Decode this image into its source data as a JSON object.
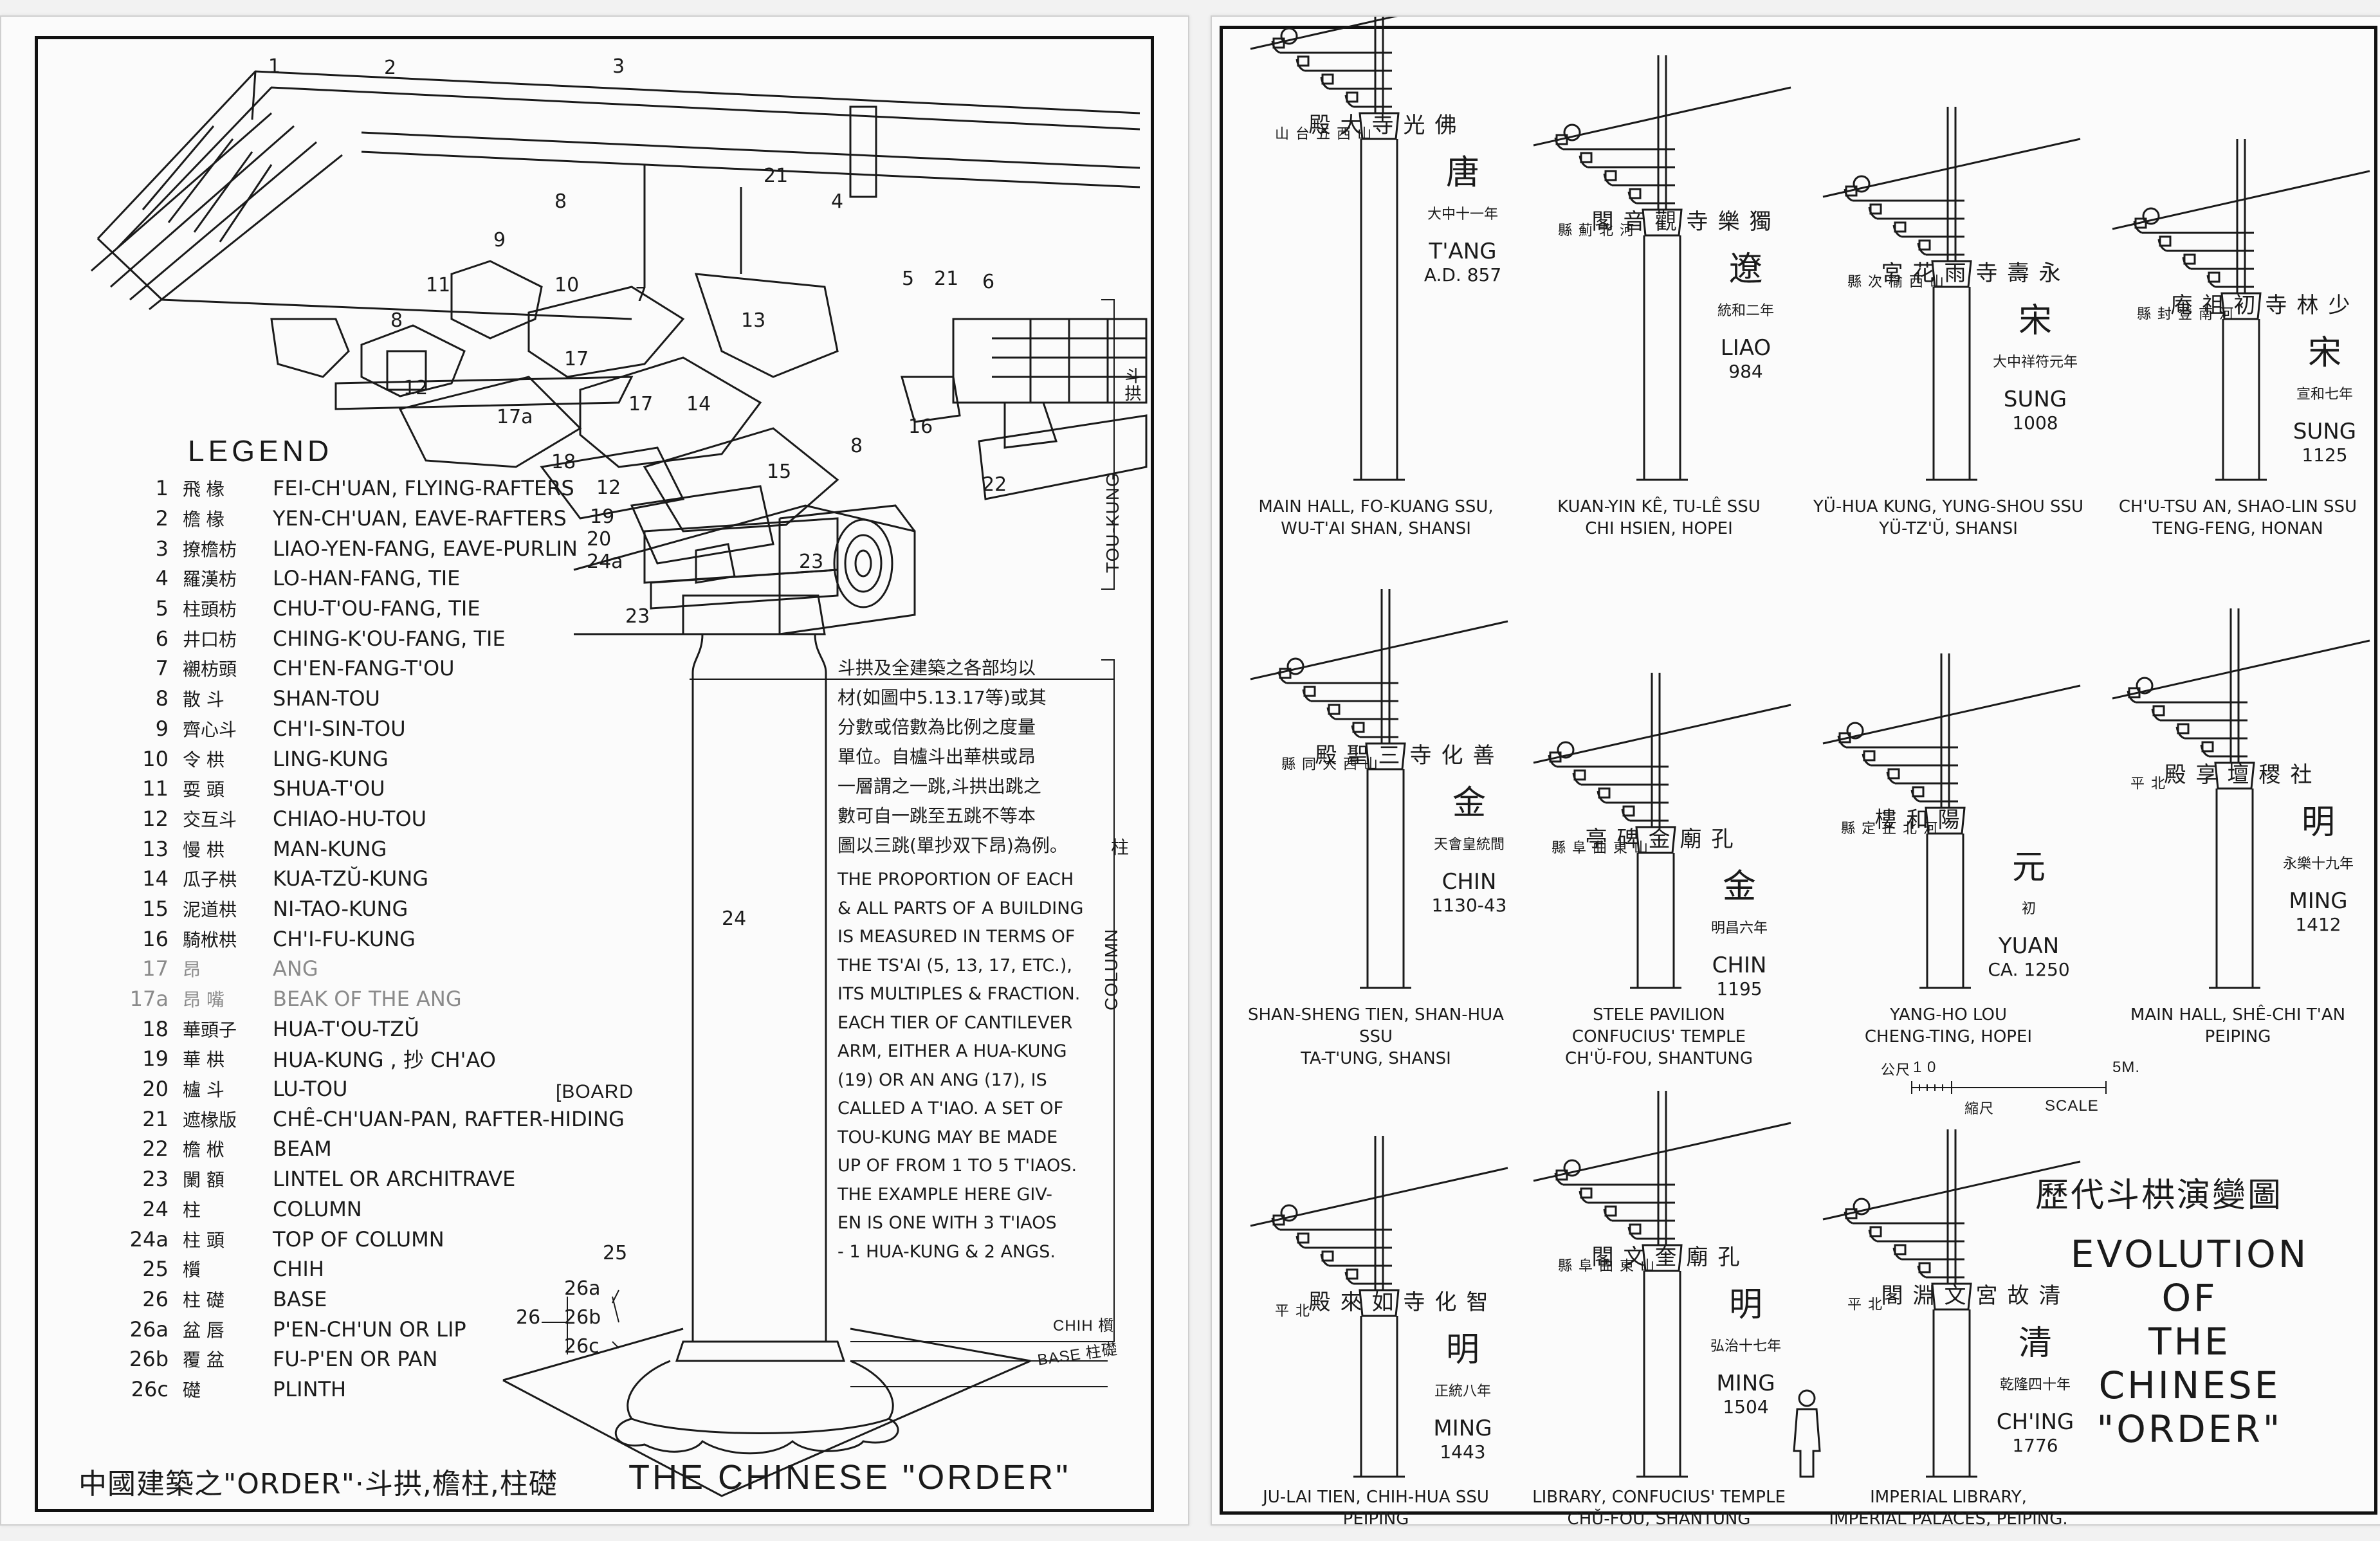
{
  "left_sheet": {
    "legend_title": "LEGEND",
    "legend": [
      {
        "no": "1",
        "zh": "飛 椽",
        "en": "FEI-CH'UAN, FLYING-RAFTERS"
      },
      {
        "no": "2",
        "zh": "檐 椽",
        "en": "YEN-CH'UAN, EAVE-RAFTERS"
      },
      {
        "no": "3",
        "zh": "撩檐枋",
        "en": "LIAO-YEN-FANG, EAVE-PURLIN"
      },
      {
        "no": "4",
        "zh": "羅漢枋",
        "en": "LO-HAN-FANG, TIE"
      },
      {
        "no": "5",
        "zh": "柱頭枋",
        "en": "CHU-T'OU-FANG, TIE"
      },
      {
        "no": "6",
        "zh": "井口枋",
        "en": "CHING-K'OU-FANG, TIE"
      },
      {
        "no": "7",
        "zh": "襯枋頭",
        "en": "CH'EN-FANG-T'OU"
      },
      {
        "no": "8",
        "zh": "散 斗",
        "en": "SHAN-TOU"
      },
      {
        "no": "9",
        "zh": "齊心斗",
        "en": "CH'I-SIN-TOU"
      },
      {
        "no": "10",
        "zh": "令 栱",
        "en": "LING-KUNG"
      },
      {
        "no": "11",
        "zh": "耍 頭",
        "en": "SHUA-T'OU"
      },
      {
        "no": "12",
        "zh": "交互斗",
        "en": "CHIAO-HU-TOU"
      },
      {
        "no": "13",
        "zh": "慢 栱",
        "en": "MAN-KUNG"
      },
      {
        "no": "14",
        "zh": "瓜子栱",
        "en": "KUA-TZŬ-KUNG"
      },
      {
        "no": "15",
        "zh": "泥道栱",
        "en": "NI-TAO-KUNG"
      },
      {
        "no": "16",
        "zh": "騎栿栱",
        "en": "CH'I-FU-KUNG"
      },
      {
        "no": "17",
        "zh": "昂",
        "en": "ANG"
      },
      {
        "no": "17a",
        "zh": "昂 嘴",
        "en": "BEAK OF THE ANG"
      },
      {
        "no": "18",
        "zh": "華頭子",
        "en": "HUA-T'OU-TZŬ"
      },
      {
        "no": "19",
        "zh": "華 栱",
        "en": "HUA-KUNG , 抄 CH'AO"
      },
      {
        "no": "20",
        "zh": "櫨 斗",
        "en": "LU-TOU"
      },
      {
        "no": "21",
        "zh": "遮椽版",
        "en": "CHÊ-CH'UAN-PAN, RAFTER-HIDING"
      },
      {
        "no": "22",
        "zh": "檐 栿",
        "en": "BEAM"
      },
      {
        "no": "23",
        "zh": "闌 額",
        "en": "LINTEL OR ARCHITRAVE"
      },
      {
        "no": "24",
        "zh": "柱",
        "en": "COLUMN"
      },
      {
        "no": "24a",
        "zh": "柱 頭",
        "en": "TOP OF COLUMN"
      },
      {
        "no": "25",
        "zh": "櫍",
        "en": "CHIH"
      },
      {
        "no": "26",
        "zh": "柱 礎",
        "en": "BASE"
      },
      {
        "no": "26a",
        "zh": "盆 唇",
        "en": "P'EN-CH'UN OR LIP"
      },
      {
        "no": "26b",
        "zh": "覆 盆",
        "en": "FU-P'EN OR PAN"
      },
      {
        "no": "26c",
        "zh": "礎",
        "en": "PLINTH"
      }
    ],
    "legend_board": "[BOARD",
    "note_zh": [
      "斗拱及全建築之各部均以",
      "材(如圖中5.13.17等)或其",
      "分數或倍數為比例之度量",
      "單位。自櫨斗出華栱或昂",
      "一層謂之一跳,斗拱出跳之",
      "數可自一跳至五跳不等本",
      "圖以三跳(單抄双下昂)為例。"
    ],
    "note_en": [
      "THE PROPORTION OF EACH",
      "& ALL PARTS OF A BUILDING",
      "IS MEASURED IN TERMS OF",
      "THE TS'AI (5, 13, 17, ETC.),",
      "ITS MULTIPLES & FRACTION.",
      "EACH TIER OF CANTILEVER",
      "ARM, EITHER A HUA-KUNG",
      "(19) OR AN ANG (17), IS",
      "CALLED A T'IAO. A SET OF",
      "TOU-KUNG MAY BE MADE",
      "UP OF FROM 1 TO 5 T'IAOS.",
      "THE EXAMPLE HERE GIV-",
      "EN IS ONE WITH 3 T'IAOS",
      "- 1 HUA-KUNG & 2 ANGS."
    ],
    "side_labels": {
      "tou_kung": "TOU-KUNG",
      "tou_kung_zh": "斗拱",
      "column": "COLUMN",
      "column_zh": "柱",
      "chih": "CHIH 櫍",
      "base": "BASE 柱礎"
    },
    "title_zh": "中國建築之\"ORDER\"·斗拱,檐柱,柱礎",
    "title_en": "THE CHINESE \"ORDER\"",
    "callouts": [
      "1",
      "2",
      "3",
      "4",
      "5",
      "21",
      "6",
      "7",
      "8",
      "9",
      "10",
      "11",
      "8",
      "12",
      "13",
      "14",
      "17",
      "17",
      "17a",
      "16",
      "18",
      "12",
      "15",
      "8",
      "19",
      "20",
      "24a",
      "23",
      "23",
      "22",
      "21",
      "24",
      "25",
      "26a",
      "26",
      "26b",
      "26c"
    ]
  },
  "right_sheet": {
    "examples": [
      {
        "prov_zh": "山西五台山",
        "site_zh": "佛光寺大殿",
        "dyn_zh": "唐",
        "year_zh": "大中十一年",
        "dyn": "T'ANG",
        "date": "A.D. 857",
        "cap1": "MAIN HALL, FO-KUANG SSU,",
        "cap2": "WU-T'AI SHAN, SHANSI"
      },
      {
        "prov_zh": "河北薊縣",
        "site_zh": "獨樂寺觀音閣",
        "dyn_zh": "遼",
        "year_zh": "統和二年",
        "dyn": "LIAO",
        "date": "984",
        "cap1": "KUAN-YIN KÊ, TU-LÊ SSU",
        "cap2": "CHI HSIEN, HOPEI"
      },
      {
        "prov_zh": "山西榆次縣",
        "site_zh": "永壽寺雨花宮",
        "dyn_zh": "宋",
        "year_zh": "大中祥符元年",
        "dyn": "SUNG",
        "date": "1008",
        "cap1": "YÜ-HUA KUNG, YUNG-SHOU SSU",
        "cap2": "YÜ-TZ'Ŭ, SHANSI"
      },
      {
        "prov_zh": "河南登封縣",
        "site_zh": "少林寺初祖庵",
        "dyn_zh": "宋",
        "year_zh": "宣和七年",
        "dyn": "SUNG",
        "date": "1125",
        "cap1": "CH'U-TSU AN, SHAO-LIN SSU",
        "cap2": "TENG-FENG, HONAN"
      },
      {
        "prov_zh": "山西大同縣",
        "site_zh": "善化寺三聖殿",
        "dyn_zh": "金",
        "year_zh": "天會皇統間",
        "dyn": "CHIN",
        "date": "1130-43",
        "cap1": "SHAN-SHENG TIEN, SHAN-HUA SSU",
        "cap2": "TA-T'UNG, SHANSI"
      },
      {
        "prov_zh": "山東曲阜縣",
        "site_zh": "孔廟金碑亭",
        "dyn_zh": "金",
        "year_zh": "明昌六年",
        "dyn": "CHIN",
        "date": "1195",
        "cap1": "STELE PAVILION",
        "cap2": "CONFUCIUS' TEMPLE",
        "cap3": "CH'Ŭ-FOU, SHANTUNG"
      },
      {
        "prov_zh": "河北正定縣",
        "site_zh": "陽和樓",
        "dyn_zh": "元",
        "year_zh": "初",
        "dyn": "YUAN",
        "date": "CA. 1250",
        "cap1": "YANG-HO LOU",
        "cap2": "CHENG-TING, HOPEI"
      },
      {
        "prov_zh": "北平",
        "site_zh": "社稷壇享殿",
        "dyn_zh": "明",
        "year_zh": "永樂十九年",
        "dyn": "MING",
        "date": "1412",
        "cap1": "MAIN HALL, SHÊ-CHI T'AN",
        "cap2": "PEIPING"
      },
      {
        "prov_zh": "北平",
        "site_zh": "智化寺如來殿",
        "dyn_zh": "明",
        "year_zh": "正統八年",
        "dyn": "MING",
        "date": "1443",
        "cap1": "JU-LAI TIEN, CHIH-HUA SSU",
        "cap2": "PEIPING"
      },
      {
        "prov_zh": "山東曲阜縣",
        "site_zh": "孔廟奎文閣",
        "dyn_zh": "明",
        "year_zh": "弘治十七年",
        "dyn": "MING",
        "date": "1504",
        "cap1": "LIBRARY, CONFUCIUS' TEMPLE",
        "cap2": "CHŬ-FOU, SHANTUNG"
      },
      {
        "prov_zh": "北平",
        "site_zh": "清故宮文淵閣",
        "dyn_zh": "清",
        "year_zh": "乾隆四十年",
        "dyn": "CH'ING",
        "date": "1776",
        "cap1": "IMPERIAL LIBRARY,",
        "cap2": "IMPERIAL PALACES, PEIPING."
      }
    ],
    "scale": {
      "zh": "公尺",
      "zero": "1   0",
      "max": "5M.",
      "zh2": "縮尺",
      "en": "SCALE"
    },
    "title_zh": "歷代斗栱演變圖",
    "title_en": [
      "EVOLUTION",
      "OF",
      "THE",
      "CHINESE",
      "\"ORDER\""
    ]
  }
}
